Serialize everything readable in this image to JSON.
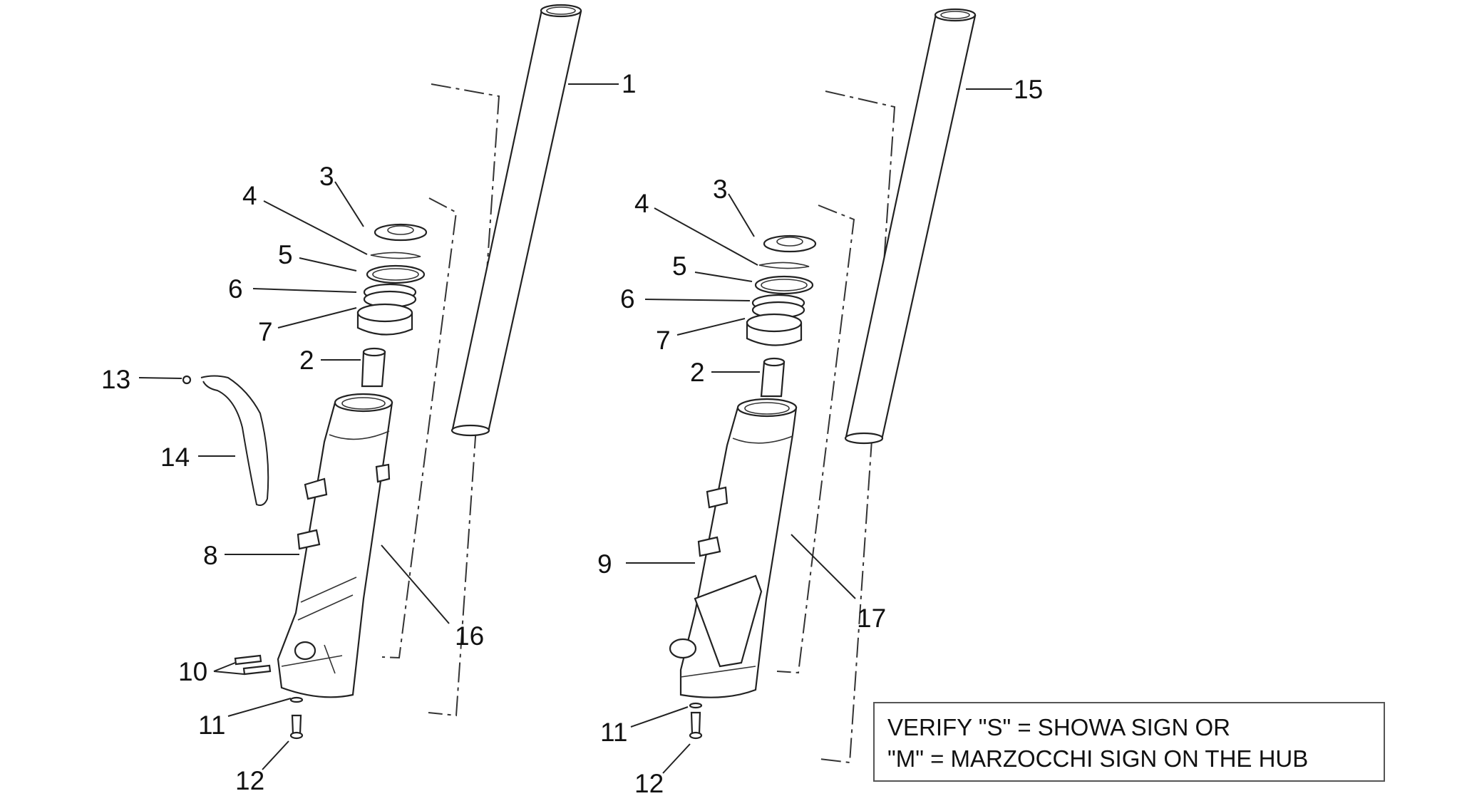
{
  "callouts": {
    "l1": "1",
    "l2": "2",
    "l3": "3",
    "l4": "4",
    "l5": "5",
    "l6": "6",
    "l7": "7",
    "l8": "8",
    "l10": "10",
    "l11": "11",
    "l12": "12",
    "l13": "13",
    "l14": "14",
    "l16": "16",
    "r15": "15",
    "r3": "3",
    "r4": "4",
    "r5": "5",
    "r6": "6",
    "r7": "7",
    "r2": "2",
    "r9": "9",
    "r11": "11",
    "r12": "12",
    "r17": "17"
  },
  "note": {
    "line1": "VERIFY \"S\" = SHOWA SIGN OR",
    "line2": "\"M\" = MARZOCCHI SIGN ON THE HUB"
  }
}
